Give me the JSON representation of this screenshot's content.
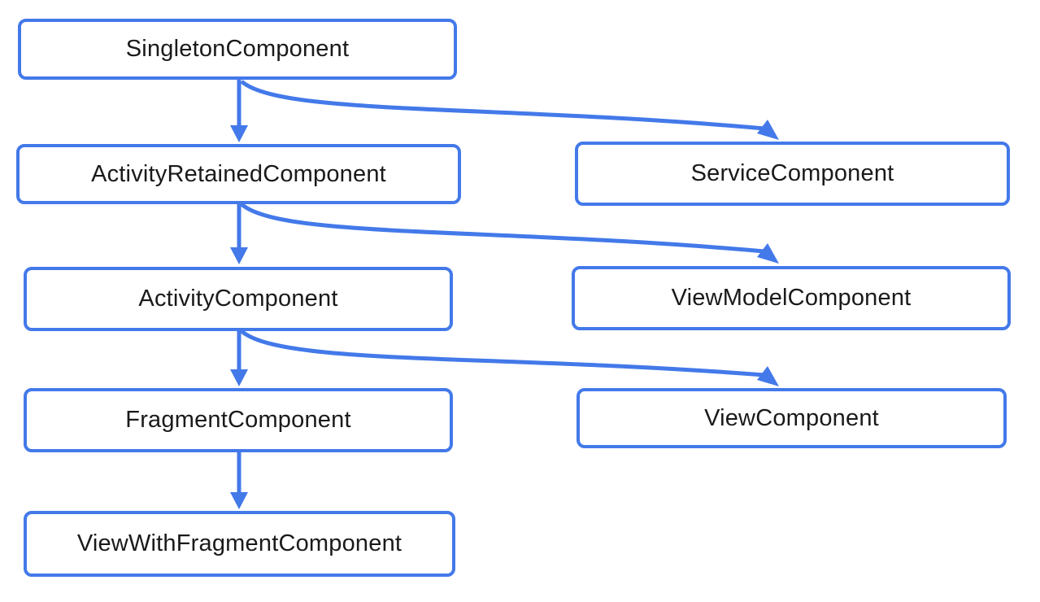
{
  "diagram": {
    "type": "component-hierarchy",
    "colors": {
      "accent": "#4379E9",
      "node_fill": "#ffffff",
      "label": "#1a1a1a"
    },
    "nodes": [
      {
        "id": "singleton",
        "label": "SingletonComponent"
      },
      {
        "id": "activity-retained",
        "label": "ActivityRetainedComponent"
      },
      {
        "id": "service",
        "label": "ServiceComponent"
      },
      {
        "id": "activity",
        "label": "ActivityComponent"
      },
      {
        "id": "viewmodel",
        "label": "ViewModelComponent"
      },
      {
        "id": "fragment",
        "label": "FragmentComponent"
      },
      {
        "id": "view",
        "label": "ViewComponent"
      },
      {
        "id": "view-with-fragment",
        "label": "ViewWithFragmentComponent"
      }
    ],
    "edges": [
      {
        "from": "SingletonComponent",
        "to": "ActivityRetainedComponent",
        "style": "straight-down"
      },
      {
        "from": "SingletonComponent",
        "to": "ServiceComponent",
        "style": "curved-right"
      },
      {
        "from": "ActivityRetainedComponent",
        "to": "ActivityComponent",
        "style": "straight-down"
      },
      {
        "from": "ActivityRetainedComponent",
        "to": "ViewModelComponent",
        "style": "curved-right"
      },
      {
        "from": "ActivityComponent",
        "to": "FragmentComponent",
        "style": "straight-down"
      },
      {
        "from": "ActivityComponent",
        "to": "ViewComponent",
        "style": "curved-right"
      },
      {
        "from": "FragmentComponent",
        "to": "ViewWithFragmentComponent",
        "style": "straight-down"
      }
    ]
  }
}
